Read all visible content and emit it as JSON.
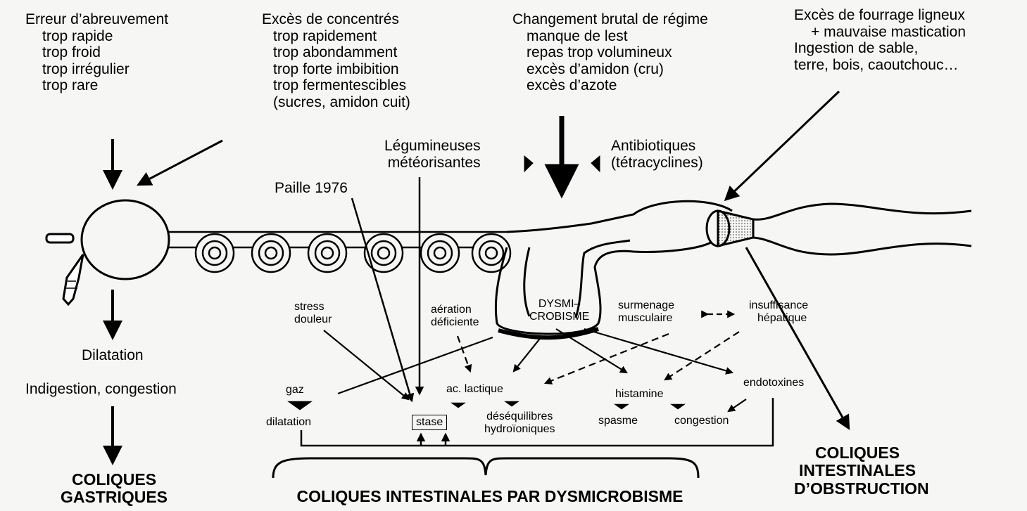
{
  "causes": {
    "water": {
      "title": "Erreur d’abreuvement",
      "items": [
        "trop rapide",
        "trop froid",
        "trop irrégulier",
        "trop rare"
      ]
    },
    "concentrates": {
      "title": "Excès de concentrés",
      "items": [
        "trop rapidement",
        "trop abondamment",
        "trop forte imbibition",
        "trop fermentescibles",
        "(sucres, amidon cuit)"
      ]
    },
    "diet_change": {
      "title": "Changement brutal de régime",
      "items": [
        "manque de lest",
        "repas trop volumineux",
        "excès d’amidon (cru)",
        "excès d’azote"
      ]
    },
    "forage": {
      "lines": [
        "Excès de fourrage ligneux",
        "+ mauvaise mastication",
        "Ingestion de sable,",
        "terre, bois, caoutchouc…"
      ]
    },
    "legumes": [
      "Légumineuses",
      "météorisantes"
    ],
    "antibiotics": [
      "Antibiotiques",
      "(tétracyclines)"
    ],
    "straw": "Paille 1976"
  },
  "factors": {
    "stress": [
      "stress",
      "douleur"
    ],
    "aeration": [
      "aération",
      "déficiente"
    ],
    "dysmicrobism": [
      "DYSMI–",
      "CROBISME"
    ],
    "fatigue": [
      "surmenage",
      "musculaire"
    ],
    "liver": [
      "insuffisance",
      "hépatique"
    ]
  },
  "effects": {
    "gas": "gaz",
    "dilatation": "dilatation",
    "stasis": "stase",
    "lactic": "ac. lactique",
    "imbalance": [
      "déséquilibres",
      "hydroïoniques"
    ],
    "histamine": "histamine",
    "spasm": "spasme",
    "endotoxins": "endotoxines",
    "congestion": "congestion"
  },
  "gastric": {
    "dilatation": "Dilatation",
    "indigestion": "Indigestion, congestion"
  },
  "outcomes": {
    "gastric": [
      "COLIQUES",
      "GASTRIQUES"
    ],
    "dysmicrobism": "COLIQUES INTESTINALES PAR DYSMICROBISME",
    "obstruction": [
      "COLIQUES",
      "INTESTINALES",
      "D’OBSTRUCTION"
    ]
  }
}
